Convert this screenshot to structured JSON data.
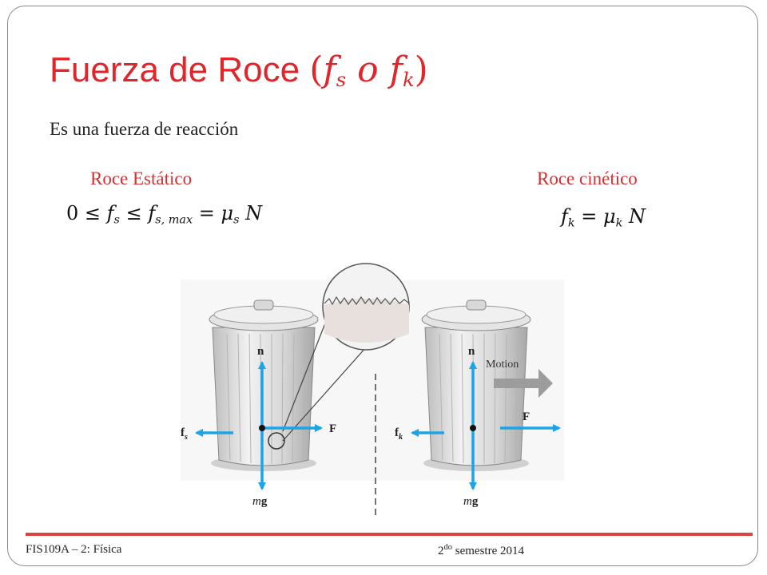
{
  "slide": {
    "title_prefix": "Fuerza de Roce ",
    "title_open": "(",
    "title_f1": "f",
    "title_sub1": "s",
    "title_o": " o ",
    "title_f2": "f",
    "title_sub2": "k",
    "title_close": ")",
    "subtitle": "Es una fuerza de reacción",
    "static_label": "Roce Estático",
    "kinetic_label": "Roce cinético"
  },
  "equations": {
    "static": {
      "zero": "0",
      "le1": " ≤ ",
      "fs": "f",
      "fs_sub": "s",
      "le2": " ≤ ",
      "fmax": "f",
      "fmax_sub": "s, max",
      "eq": " = ",
      "mu": "μ",
      "mu_sub": "s",
      "N": " N"
    },
    "kinetic": {
      "fk": "f",
      "fk_sub": "k",
      "eq": " = ",
      "mu": "μ",
      "mu_sub": "k",
      "N": " N"
    }
  },
  "figure": {
    "left": {
      "n": "n",
      "F": "F",
      "fs": "f",
      "fs_sub": "s",
      "mg_m": "m",
      "mg_g": "g"
    },
    "right": {
      "n": "n",
      "F": "F",
      "fk": "f",
      "fk_sub": "k",
      "mg_m": "m",
      "mg_g": "g",
      "motion": "Motion"
    }
  },
  "footer": {
    "left": "FIS109A – 2: Física",
    "right_num": "2",
    "right_sup": "do",
    "right_rest": " semestre 2014"
  },
  "colors": {
    "title_red": "#e0262b",
    "label_red": "#d43132",
    "arrow_blue": "#1ba4e6",
    "footer_line": "#d9463e"
  }
}
